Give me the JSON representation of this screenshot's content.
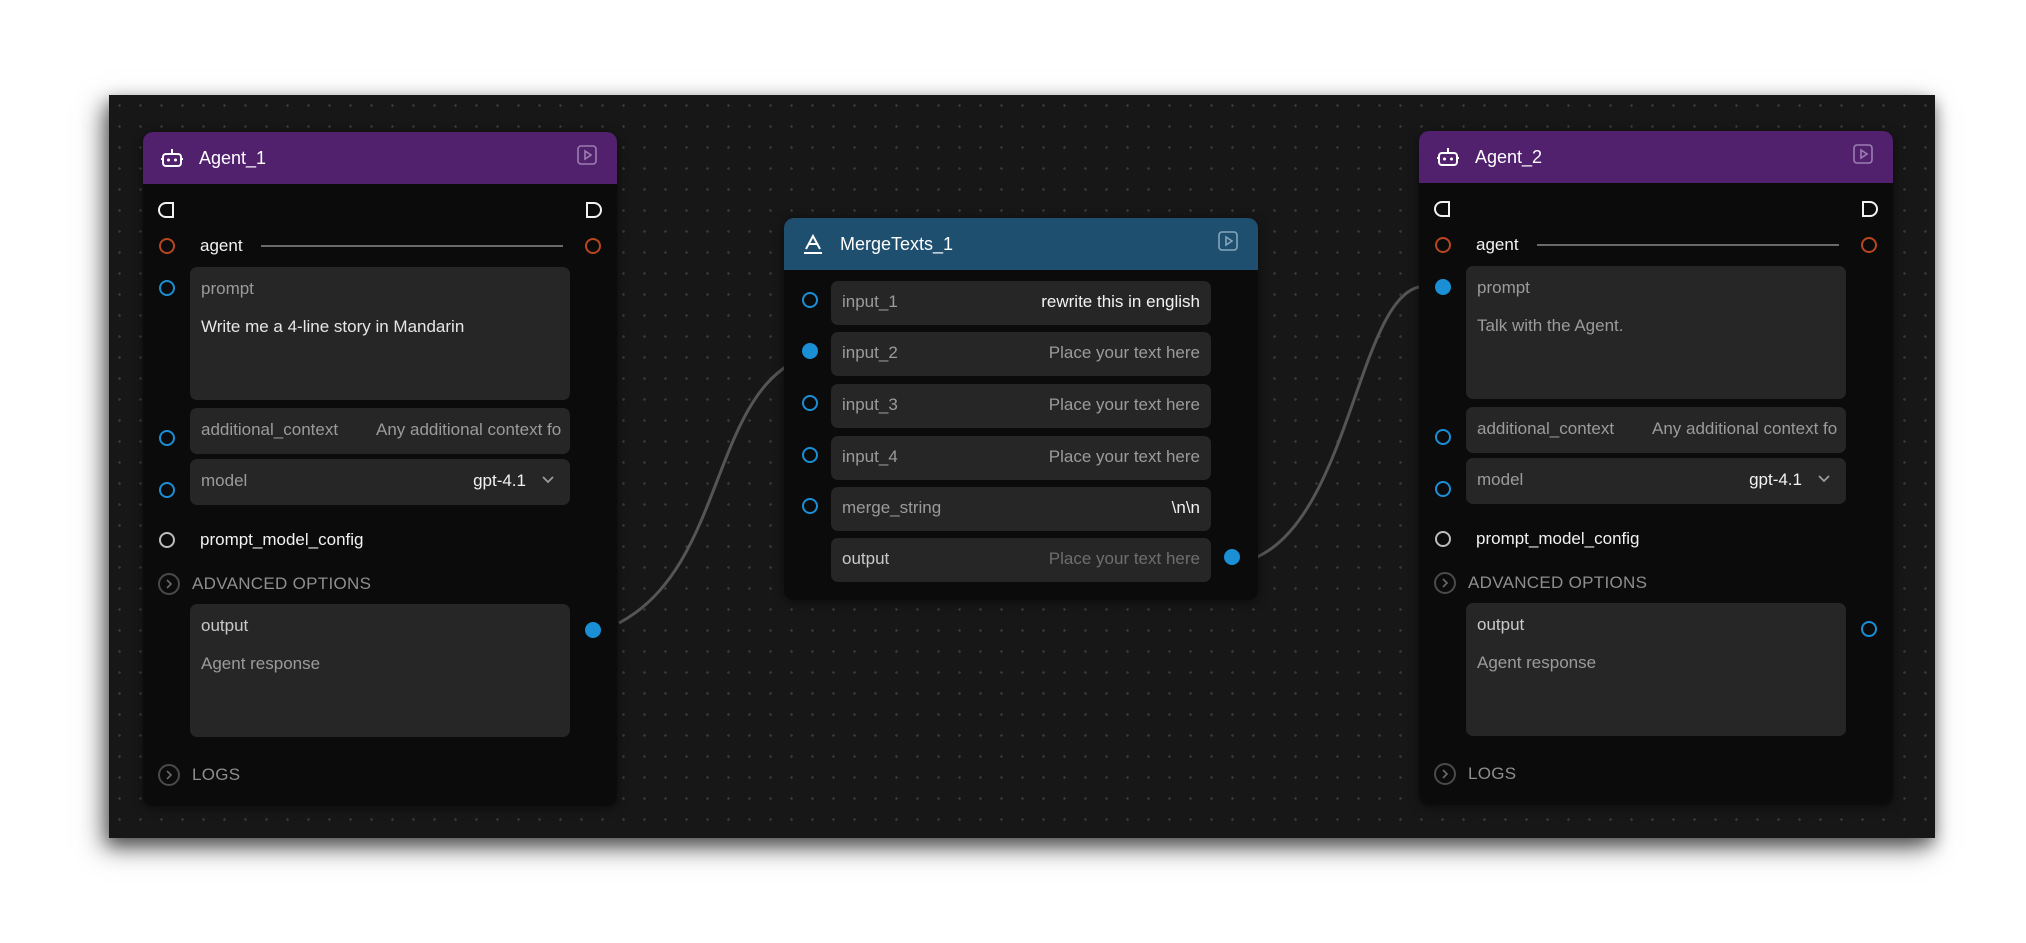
{
  "colors": {
    "agent_header": "#52216e",
    "merge_header": "#1e4f6f",
    "port_blue": "#1a8fd6",
    "port_orange": "#b8461e",
    "canvas_bg": "#171717",
    "field_bg": "#262626"
  },
  "agent_1": {
    "title": "Agent_1",
    "icon": "robot-icon",
    "agent_label": "agent",
    "prompt": {
      "label": "prompt",
      "value": "Write me a 4-line story in Mandarin"
    },
    "additional_context": {
      "label": "additional_context",
      "placeholder": "Any additional context fo"
    },
    "model": {
      "label": "model",
      "value": "gpt-4.1"
    },
    "prompt_model_config": "prompt_model_config",
    "advanced_options": "ADVANCED OPTIONS",
    "output": {
      "label": "output",
      "placeholder": "Agent response"
    },
    "logs": "LOGS"
  },
  "merge": {
    "title": "MergeTexts_1",
    "icon": "text-icon",
    "fields": [
      {
        "label": "input_1",
        "value": "rewrite this in english",
        "filled": true
      },
      {
        "label": "input_2",
        "value": "Place your text here",
        "filled": false
      },
      {
        "label": "input_3",
        "value": "Place your text here",
        "filled": false
      },
      {
        "label": "input_4",
        "value": "Place your text here",
        "filled": false
      },
      {
        "label": "merge_string",
        "value": "\\n\\n",
        "filled": true
      },
      {
        "label": "output",
        "value": "Place your text here",
        "filled": false
      }
    ]
  },
  "agent_2": {
    "title": "Agent_2",
    "icon": "robot-icon",
    "agent_label": "agent",
    "prompt": {
      "label": "prompt",
      "placeholder": "Talk with the Agent."
    },
    "additional_context": {
      "label": "additional_context",
      "placeholder": "Any additional context fo"
    },
    "model": {
      "label": "model",
      "value": "gpt-4.1"
    },
    "prompt_model_config": "prompt_model_config",
    "advanced_options": "ADVANCED OPTIONS",
    "output": {
      "label": "output",
      "placeholder": "Agent response"
    },
    "logs": "LOGS"
  }
}
